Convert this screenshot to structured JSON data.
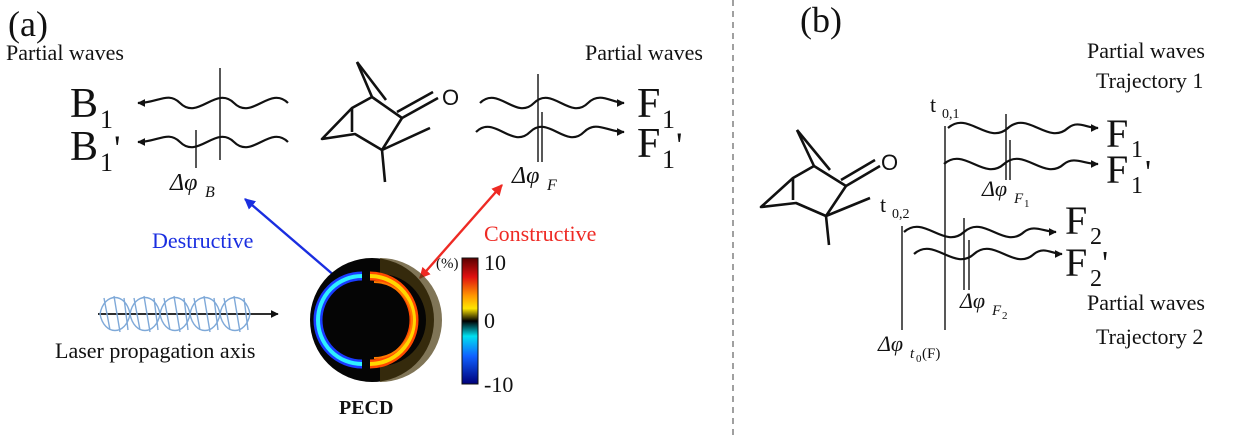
{
  "panel_a": {
    "label": "(a)",
    "partial_waves_left": "Partial waves",
    "partial_waves_right": "Partial waves",
    "wave_B1": "B",
    "wave_B1_sub": "1",
    "wave_B1p": "B",
    "wave_B1p_sub": "1",
    "wave_B1p_prime": "'",
    "wave_F1": "F",
    "wave_F1_sub": "1",
    "wave_F1p": "F",
    "wave_F1p_sub": "1",
    "wave_F1p_prime": "'",
    "delta_B": "Δφ",
    "delta_B_sub": "B",
    "delta_F": "Δφ",
    "delta_F_sub": "F",
    "oxygen": "O",
    "destructive": "Destructive",
    "constructive": "Constructive",
    "laser_axis": "Laser propagation axis",
    "pecd": "PECD",
    "colorbar_unit": "(%)",
    "colorbar_ticks": [
      "10",
      "0",
      "-10"
    ],
    "colors": {
      "destructive": "#1a2ee0",
      "constructive": "#ee2a24"
    }
  },
  "panel_b": {
    "label": "(b)",
    "traj1_line1": "Partial waves",
    "traj1_line2": "Trajectory 1",
    "traj2_line1": "Partial waves",
    "traj2_line2": "Trajectory 2",
    "t01": "t",
    "t01_sub": "0,1",
    "t02": "t",
    "t02_sub": "0,2",
    "F1": "F",
    "F1_sub": "1",
    "F1p": "F",
    "F1p_sub": "1",
    "F1p_prime": "'",
    "F2": "F",
    "F2_sub": "2",
    "F2p": "F",
    "F2p_sub": "2",
    "F2p_prime": "'",
    "delta_F1": "Δφ",
    "delta_F1_sub": "F",
    "delta_F1_subsub": "1",
    "delta_F2": "Δφ",
    "delta_F2_sub": "F",
    "delta_F2_subsub": "2",
    "delta_t0": "Δφ",
    "delta_t0_sub": "t",
    "delta_t0_subsub": "0",
    "delta_t0_tail": "(F)",
    "oxygen": "O"
  }
}
